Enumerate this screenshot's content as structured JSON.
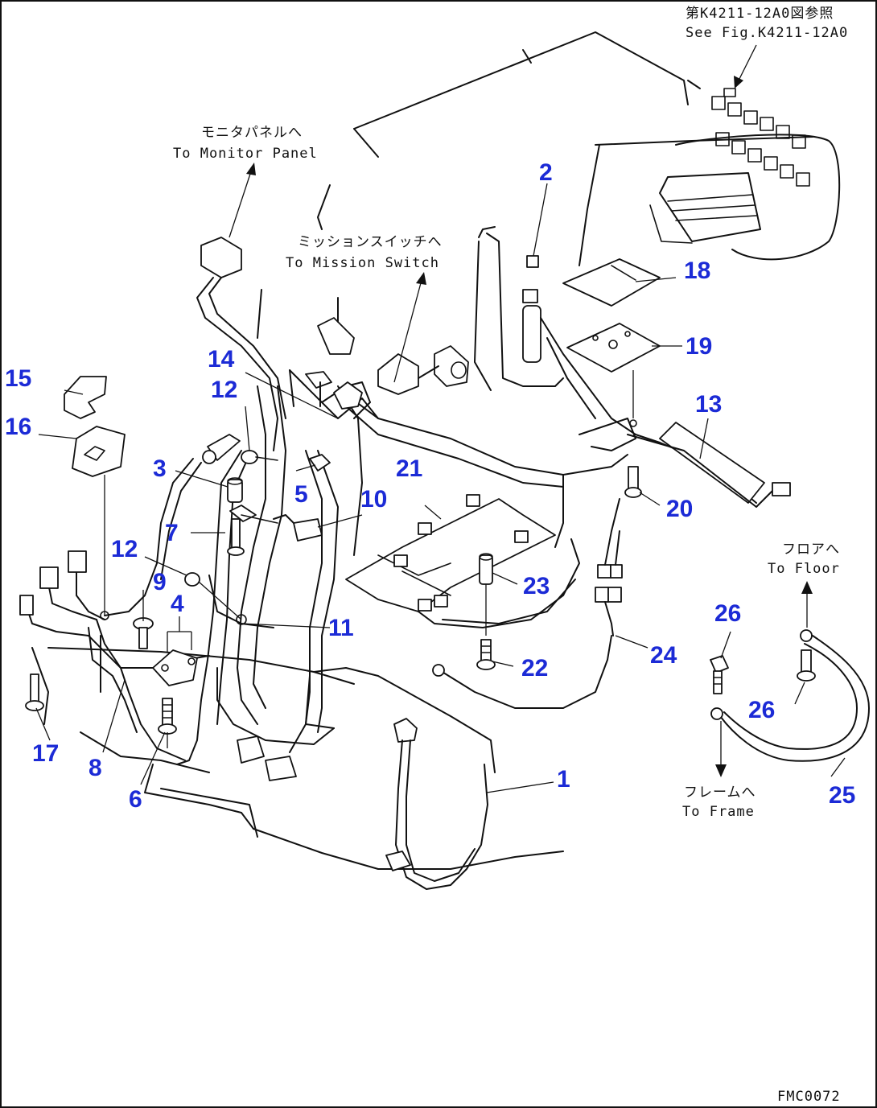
{
  "drawing": {
    "ref_note_jp": "第K4211-12A0図参照",
    "ref_note_en": "See Fig.K4211-12A0",
    "monitor_jp": "モニタパネルへ",
    "monitor_en": "To Monitor Panel",
    "mission_jp": "ミッションスイッチへ",
    "mission_en": "To Mission Switch",
    "floor_jp": "フロアへ",
    "floor_en": "To Floor",
    "frame_jp": "フレームへ",
    "frame_en": "To Frame",
    "drawing_code": "FMC0072"
  },
  "callouts": {
    "c1": "1",
    "c2": "2",
    "c3": "3",
    "c4": "4",
    "c5": "5",
    "c6": "6",
    "c7": "7",
    "c8": "8",
    "c9": "9",
    "c10": "10",
    "c11": "11",
    "c12a": "12",
    "c12b": "12",
    "c13": "13",
    "c14": "14",
    "c15": "15",
    "c16": "16",
    "c17": "17",
    "c18": "18",
    "c19": "19",
    "c20": "20",
    "c21": "21",
    "c22": "22",
    "c23": "23",
    "c24": "24",
    "c25": "25",
    "c26a": "26",
    "c26b": "26"
  },
  "colors": {
    "callout": "#1c2bd6",
    "linework": "#111111",
    "background": "#ffffff"
  }
}
